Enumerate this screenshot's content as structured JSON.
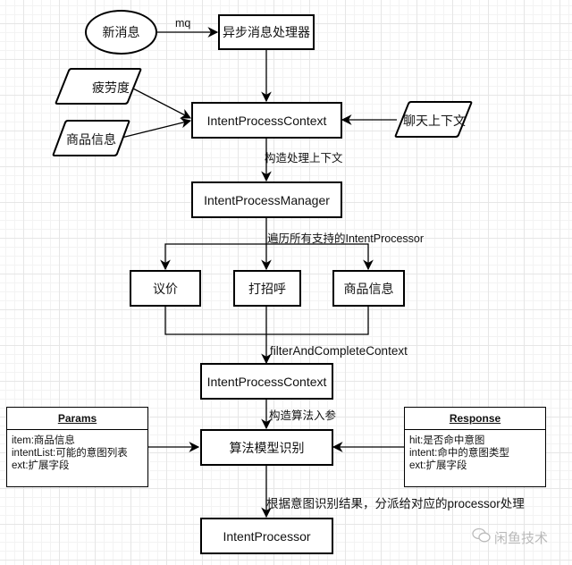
{
  "diagram": {
    "nodes": {
      "new_message": "新消息",
      "async_handler": "异步消息处理器",
      "fatigue": "疲劳度",
      "product_info_input": "商品信息",
      "chat_context": "聊天上下文",
      "intent_process_context_1": "IntentProcessContext",
      "intent_process_manager": "IntentProcessManager",
      "bargain": "议价",
      "greeting": "打招呼",
      "product_info": "商品信息",
      "intent_process_context_2": "IntentProcessContext",
      "algorithm_model": "算法模型识别",
      "intent_processor": "IntentProcessor"
    },
    "edge_labels": {
      "mq": "mq",
      "build_context": "构造处理上下文",
      "iterate_processors": "遍历所有支持的IntentProcessor",
      "filter_complete": "filterAndCompleteContext",
      "build_algo_params": "构造算法入参",
      "dispatch": "根据意图识别结果，分派给对应的processor处理"
    },
    "params": {
      "title": "Params",
      "fields": [
        "item:商品信息",
        "intentList:可能的意图列表",
        "ext:扩展字段"
      ]
    },
    "response": {
      "title": "Response",
      "fields": [
        "hit:是否命中意图",
        "intent:命中的意图类型",
        "ext:扩展字段"
      ]
    }
  },
  "watermark": {
    "icon": "wechat-icon",
    "text": "闲鱼技术"
  }
}
